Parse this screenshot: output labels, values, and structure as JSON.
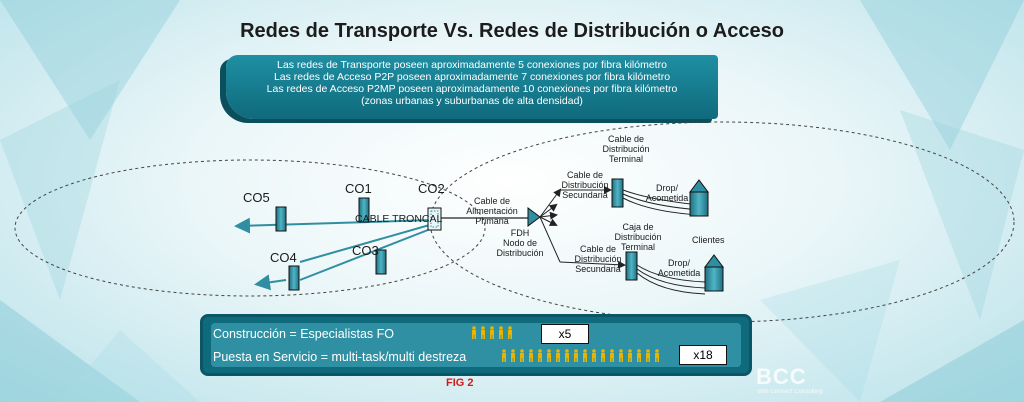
{
  "title": "Redes de Transporte Vs. Redes de Distribución o Acceso",
  "banner": {
    "lines": [
      "Las redes de Transporte poseen aproximadamente 5 conexiones por fibra kilómetro",
      "Las redes de Acceso P2P poseen aproximadamente 7 conexiones por fibra kilómetro",
      "Las redes de Acceso P2MP poseen aproximadamente 10 conexiones por fibra kilómetro",
      "(zonas urbanas y suburbanas de alta densidad)"
    ]
  },
  "diagram": {
    "co5": "CO5",
    "co1": "CO1",
    "co2": "CO2",
    "co3": "CO3",
    "co4": "CO4",
    "cable_troncal": "CABLE TRONCAL",
    "cable_alimentacion": [
      "Cable de Alimentación",
      "Primaria"
    ],
    "fdh": [
      "FDH",
      "Nodo de",
      "Distribución"
    ],
    "cable_secundaria_top": [
      "Cable de",
      "Distribución",
      "Secundaria"
    ],
    "cable_secundaria_bottom": [
      "Cable de",
      "Distribución",
      "Secundaria"
    ],
    "cable_terminal": [
      "Cable de",
      "Distribución",
      "Terminal"
    ],
    "caja_terminal": [
      "Caja de",
      "Distribución",
      "Terminal"
    ],
    "drop_top": [
      "Drop/",
      "Acometida"
    ],
    "drop_bottom": [
      "Drop/",
      "Acometida"
    ],
    "clientes": "Clientes"
  },
  "workforce": {
    "construction_label": "Construcción = Especialistas FO",
    "construction_multiplier": "x5",
    "construction_count": 5,
    "service_label": "Puesta en Servicio = multi-task/multi destreza",
    "service_multiplier": "x18",
    "service_count": 18
  },
  "figure_label": "FIG 2",
  "logo": {
    "text": "BCC",
    "sub": "Bon Connect Consulting"
  },
  "colors": {
    "teal": "#1f8fa3",
    "dark_teal": "#0f6b7c",
    "person": "#e8b400",
    "fig": "#d11a1a"
  }
}
